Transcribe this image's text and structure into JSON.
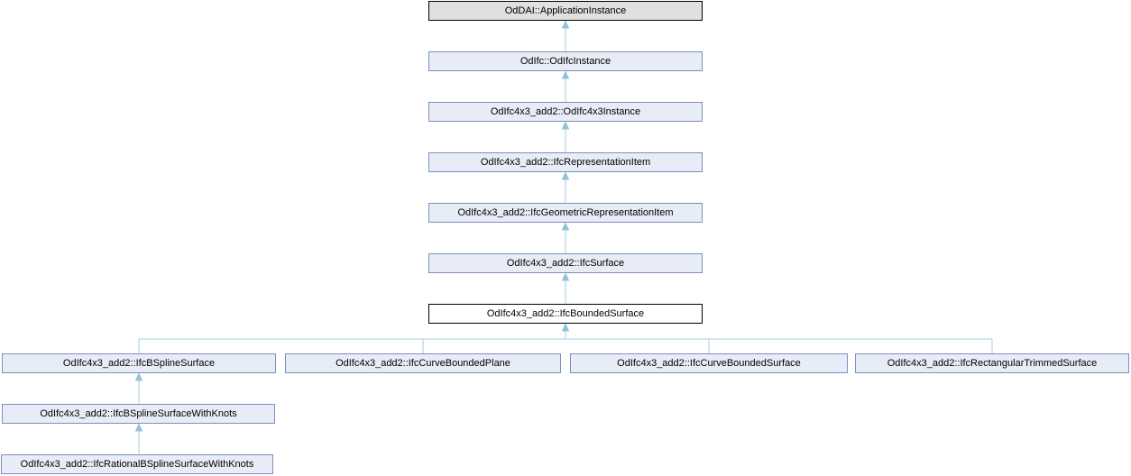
{
  "diagram": {
    "type": "class-inheritance-graph",
    "current_class": "OdIfc4x3_add2::IfcBoundedSurface",
    "colors": {
      "node_fill": "#e8ecf6",
      "node_border": "#7b8fbe",
      "external_node_fill": "#e0e0e0",
      "external_node_border": "#000000",
      "current_node_fill": "#ffffff",
      "current_node_border": "#000000",
      "edge_line": "#a8cde2",
      "edge_arrow": "#93c1db",
      "text": "#000000",
      "background": "#ffffff"
    },
    "nodes": [
      {
        "id": "application-instance",
        "label": "OdDAI::ApplicationInstance",
        "style": "external"
      },
      {
        "id": "odifc-instance",
        "label": "OdIfc::OdIfcInstance",
        "style": "normal"
      },
      {
        "id": "odifc4x3-instance",
        "label": "OdIfc4x3_add2::OdIfc4x3Instance",
        "style": "normal"
      },
      {
        "id": "ifc-representation-item",
        "label": "OdIfc4x3_add2::IfcRepresentationItem",
        "style": "normal"
      },
      {
        "id": "ifc-geometric-representation-item",
        "label": "OdIfc4x3_add2::IfcGeometricRepresentationItem",
        "style": "normal"
      },
      {
        "id": "ifc-surface",
        "label": "OdIfc4x3_add2::IfcSurface",
        "style": "normal"
      },
      {
        "id": "ifc-bounded-surface",
        "label": "OdIfc4x3_add2::IfcBoundedSurface",
        "style": "current"
      },
      {
        "id": "ifc-bspline-surface",
        "label": "OdIfc4x3_add2::IfcBSplineSurface",
        "style": "normal"
      },
      {
        "id": "ifc-curve-bounded-plane",
        "label": "OdIfc4x3_add2::IfcCurveBoundedPlane",
        "style": "normal"
      },
      {
        "id": "ifc-curve-bounded-surface",
        "label": "OdIfc4x3_add2::IfcCurveBoundedSurface",
        "style": "normal"
      },
      {
        "id": "ifc-rectangular-trimmed-surface",
        "label": "OdIfc4x3_add2::IfcRectangularTrimmedSurface",
        "style": "normal"
      },
      {
        "id": "ifc-bspline-surface-with-knots",
        "label": "OdIfc4x3_add2::IfcBSplineSurfaceWithKnots",
        "style": "normal"
      },
      {
        "id": "ifc-rational-bspline-surface-with-knots",
        "label": "OdIfc4x3_add2::IfcRationalBSplineSurfaceWithKnots",
        "style": "normal"
      }
    ],
    "edges": [
      {
        "from": "odifc-instance",
        "to": "application-instance"
      },
      {
        "from": "odifc4x3-instance",
        "to": "odifc-instance"
      },
      {
        "from": "ifc-representation-item",
        "to": "odifc4x3-instance"
      },
      {
        "from": "ifc-geometric-representation-item",
        "to": "ifc-representation-item"
      },
      {
        "from": "ifc-surface",
        "to": "ifc-geometric-representation-item"
      },
      {
        "from": "ifc-bounded-surface",
        "to": "ifc-surface"
      },
      {
        "from": "ifc-bspline-surface",
        "to": "ifc-bounded-surface"
      },
      {
        "from": "ifc-curve-bounded-plane",
        "to": "ifc-bounded-surface"
      },
      {
        "from": "ifc-curve-bounded-surface",
        "to": "ifc-bounded-surface"
      },
      {
        "from": "ifc-rectangular-trimmed-surface",
        "to": "ifc-bounded-surface"
      },
      {
        "from": "ifc-bspline-surface-with-knots",
        "to": "ifc-bspline-surface"
      },
      {
        "from": "ifc-rational-bspline-surface-with-knots",
        "to": "ifc-bspline-surface-with-knots"
      }
    ]
  }
}
